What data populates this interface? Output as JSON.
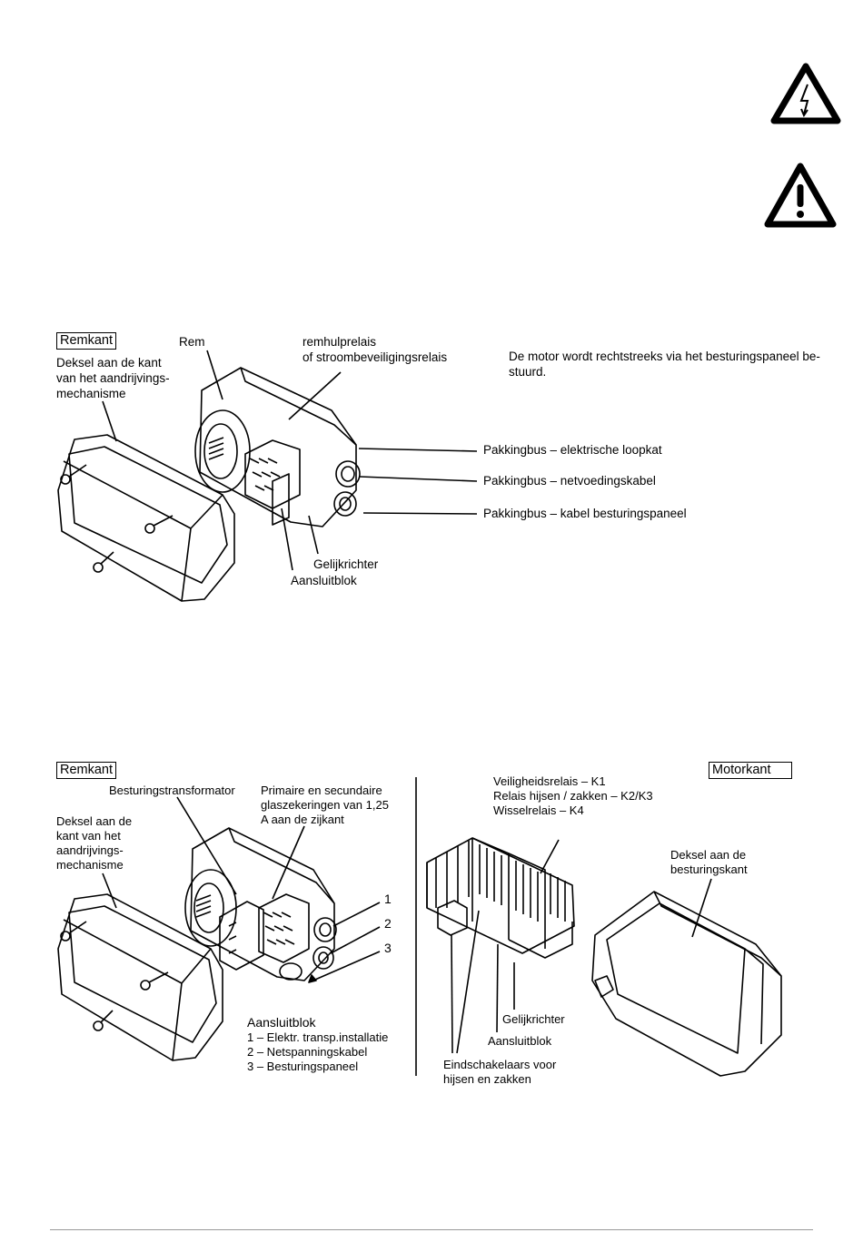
{
  "icons": {
    "electric": "electric-hazard-warning-icon",
    "caution": "general-caution-warning-icon"
  },
  "figure1": {
    "tag": "Remkant",
    "cover_label": [
      "Deksel aan de kant",
      "van het aandrijvings-",
      "mechanisme"
    ],
    "brake": "Rem",
    "relay": [
      "remhulprelais",
      "of stroombeveiligingsrelais"
    ],
    "note": [
      "De motor wordt rechtstreeks via het besturingspaneel be-",
      "stuurd."
    ],
    "glands": [
      "Pakkingbus – elektrische loopkat",
      "Pakkingbus – netvoedingskabel",
      "Pakkingbus – kabel besturingspaneel"
    ],
    "rectifier": "Gelijkrichter",
    "terminal_block": "Aansluitblok"
  },
  "figure2": {
    "tag_left": "Remkant",
    "tag_right": "Motorkant",
    "transformer": "Besturingstransformator",
    "fuses": [
      "Primaire en secundaire",
      "glaszekeringen van 1,25",
      "A aan de zijkant"
    ],
    "cover_label": [
      "Deksel aan de",
      "kant van het",
      "aandrijvings-",
      "mechanisme"
    ],
    "numbers": [
      "1",
      "2",
      "3"
    ],
    "terminal_title": "Aansluitblok",
    "terminal_items": [
      "1 – Elektr. transp.installatie",
      "2 – Netspanningskabel",
      "3 – Besturingspaneel"
    ],
    "relays": [
      "Veiligheidsrelais – K1",
      "Relais hijsen / zakken – K2/K3",
      "Wisselrelais – K4"
    ],
    "control_cover": [
      "Deksel aan de",
      "besturingskant"
    ],
    "rectifier": "Gelijkrichter",
    "terminal_block": "Aansluitblok",
    "limit_switches": [
      "Eindschakelaars voor",
      "hijsen en zakken"
    ]
  }
}
